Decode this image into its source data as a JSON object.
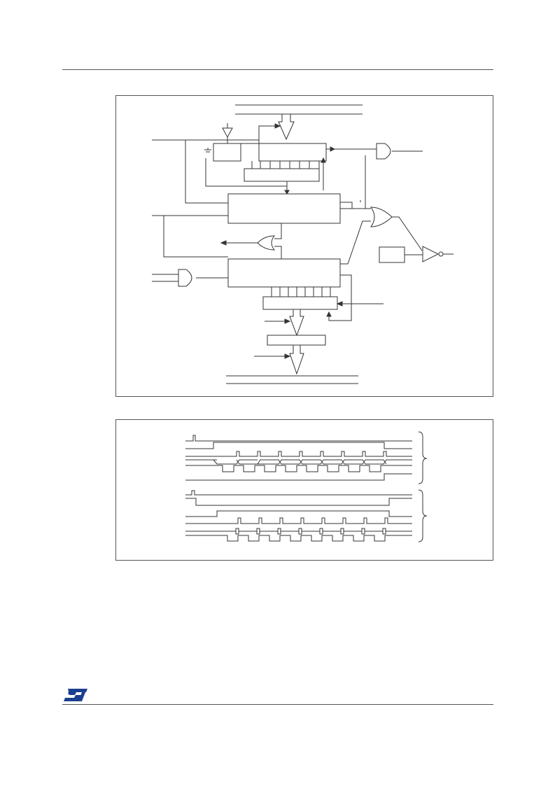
{
  "page": {
    "background": "#ffffff",
    "line_color": "#555555",
    "logo": "st-logo"
  },
  "figure1": {
    "name": "block-diagram",
    "elements": [
      "data-bus-top",
      "bus-arrow",
      "small-block",
      "shift-register",
      "output-latch-row",
      "control-block",
      "or-gate",
      "counter-block",
      "bit-taps",
      "holding-register",
      "output-arrows",
      "bus-bottom",
      "and-gate-output",
      "small-box-right",
      "inverter-output"
    ]
  },
  "figure2": {
    "name": "timing-diagram",
    "groups": 2
  }
}
